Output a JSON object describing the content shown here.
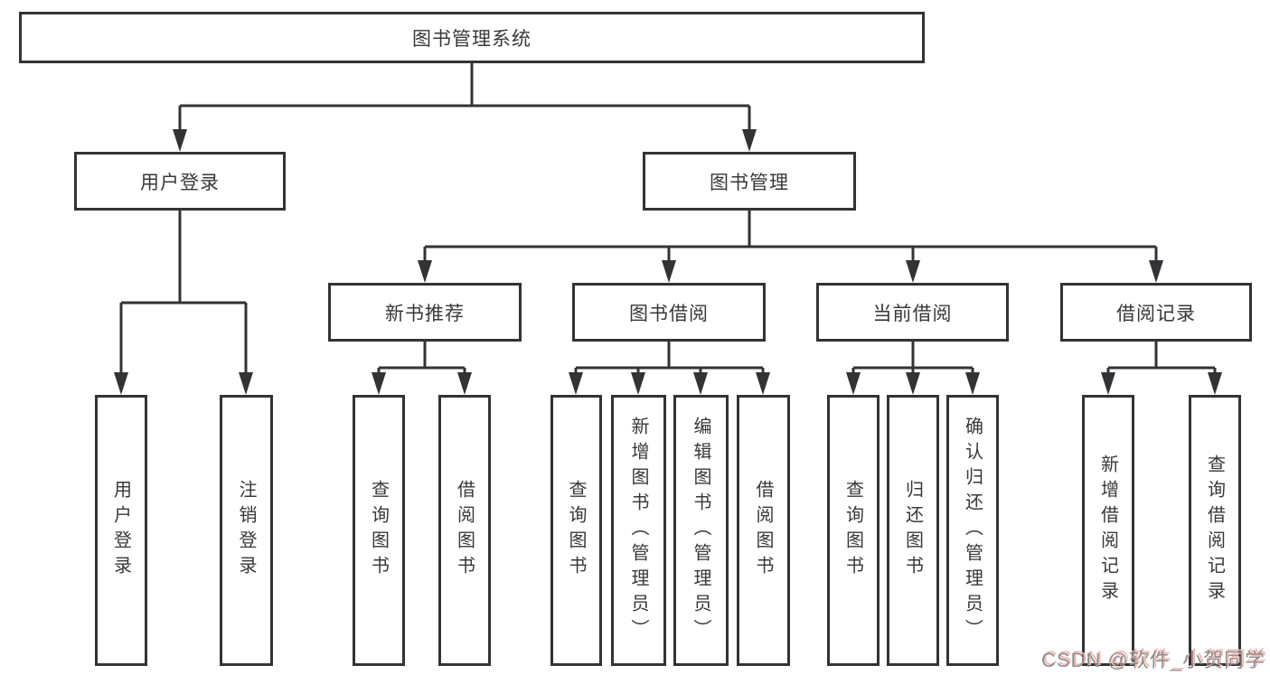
{
  "diagram": {
    "tree": {
      "root": {
        "label": "图书管理系统"
      },
      "branches": [
        {
          "label": "用户登录",
          "children": [
            {
              "label": "用户登录"
            },
            {
              "label": "注销登录"
            }
          ]
        },
        {
          "label": "图书管理",
          "children": [
            {
              "label": "新书推荐",
              "children": [
                {
                  "label": "查询图书"
                },
                {
                  "label": "借阅图书"
                }
              ]
            },
            {
              "label": "图书借阅",
              "children": [
                {
                  "label": "查询图书"
                },
                {
                  "label": "新增图书（管理员）"
                },
                {
                  "label": "编辑图书（管理员）"
                },
                {
                  "label": "借阅图书"
                }
              ]
            },
            {
              "label": "当前借阅",
              "children": [
                {
                  "label": "查询图书"
                },
                {
                  "label": "归还图书"
                },
                {
                  "label": "确认归还（管理员）"
                }
              ]
            },
            {
              "label": "借阅记录",
              "children": [
                {
                  "label": "新增借阅记录"
                },
                {
                  "label": "查询借阅记录"
                }
              ]
            }
          ]
        }
      ]
    },
    "watermark": {
      "text": "CSDN @软件_小贺同学"
    },
    "colors": {
      "line": "#333336",
      "text": "#38383c",
      "background": "#ffffff",
      "watermark_text": "#8f8f8f",
      "watermark_shadow": "#f0b7ae"
    }
  }
}
